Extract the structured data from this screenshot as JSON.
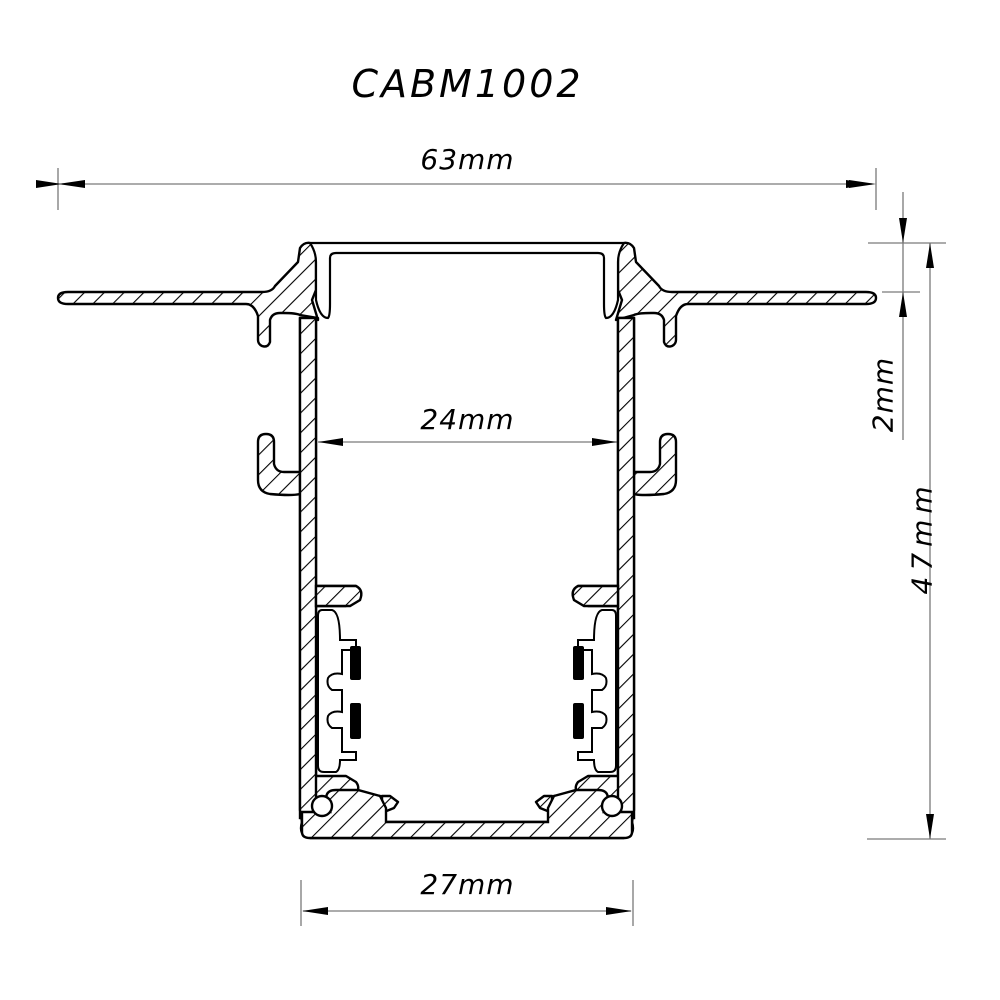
{
  "drawing": {
    "title": "CABM1002",
    "type": "aluminum profile cross-section",
    "dimensions": {
      "overall_width": "63mm",
      "inner_width": "24mm",
      "bottom_width": "27mm",
      "flange_offset": "2mm",
      "total_height": "47mm"
    },
    "colors": {
      "line": "#000000",
      "dimension_line": "#7a7a7a",
      "hatch": "#000000",
      "background": "#ffffff",
      "contact_strip": "#000000"
    }
  }
}
